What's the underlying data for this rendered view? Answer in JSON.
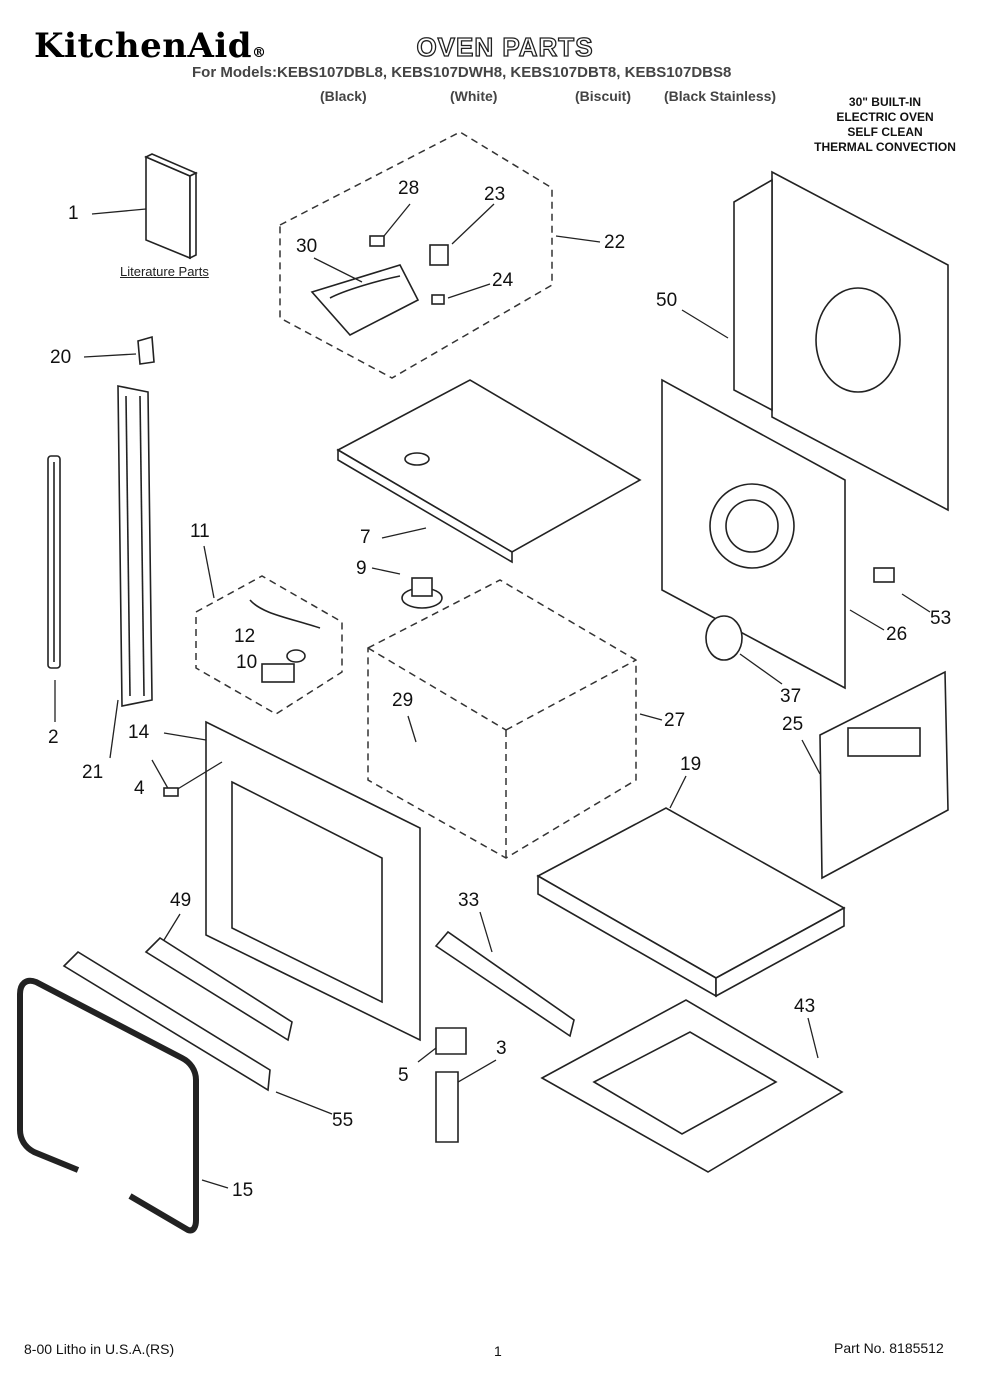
{
  "header": {
    "brand": "KitchenAid",
    "brand_mark": "®",
    "title": "OVEN PARTS",
    "models_line": "For Models:KEBS107DBL8, KEBS107DWH8, KEBS107DBT8, KEBS107DBS8",
    "variants": [
      "(Black)",
      "(White)",
      "(Biscuit)",
      "(Black Stainless)"
    ],
    "description": [
      "30\" BUILT-IN",
      "ELECTRIC OVEN",
      "SELF CLEAN",
      "THERMAL CONVECTION"
    ]
  },
  "callouts": [
    "1",
    "2",
    "3",
    "4",
    "5",
    "7",
    "9",
    "10",
    "11",
    "12",
    "14",
    "15",
    "19",
    "20",
    "21",
    "22",
    "23",
    "24",
    "25",
    "26",
    "27",
    "28",
    "29",
    "30",
    "33",
    "37",
    "43",
    "49",
    "50",
    "53",
    "55"
  ],
  "literature_label": "Literature Parts",
  "footer": {
    "left": "8-00 Litho in U.S.A.(RS)",
    "page": "1",
    "part_no": "Part No. 8185512"
  }
}
